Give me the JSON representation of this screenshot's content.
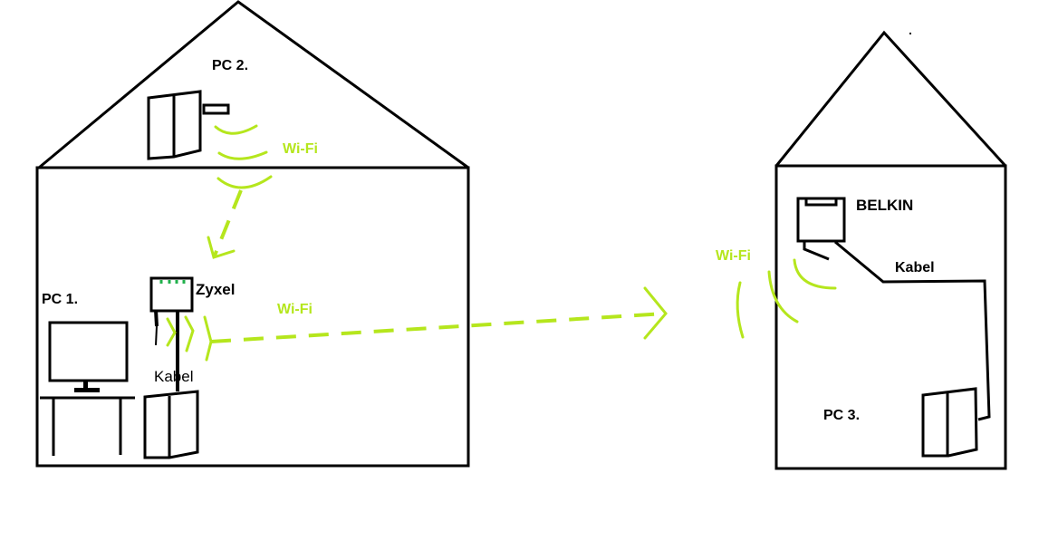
{
  "labels": {
    "pc1": "PC 1.",
    "pc2": "PC 2.",
    "pc3": "PC 3.",
    "zyxel": "Zyxel",
    "belkin": "BELKIN",
    "kabel_house1": "Kabel",
    "kabel_house2": "Kabel",
    "wifi_pc2": "Wi-Fi",
    "wifi_zyxel": "Wi-Fi",
    "wifi_belkin": "Wi-Fi"
  },
  "colors": {
    "wifi": "#b5e61d",
    "line": "#000000",
    "led": "#22b14c"
  }
}
